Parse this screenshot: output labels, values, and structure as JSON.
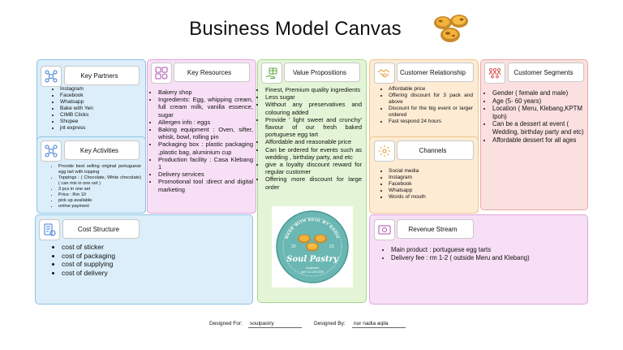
{
  "title": "Business Model Canvas",
  "colors": {
    "blue": "#dbeef9",
    "pink": "#f7dff5",
    "green": "#e3f5d6",
    "orange": "#fdebd4",
    "red": "#fbe0e0"
  },
  "key_partners": {
    "label": "Key Partners",
    "icon": "network-people-icon",
    "items": [
      "Instagram",
      "Facebook",
      "Whatsapp",
      "Bake with Yen",
      "CIMB Clicks",
      "Shopee",
      "jnt express"
    ]
  },
  "key_activities": {
    "label": "Key Activities",
    "icon": "network-people-icon",
    "items": [
      "Provide best selling original portuguese egg tart with topping",
      "Toppings : ( Chocolate, White chocolate) ( can mix in one set )",
      "3 pcs in one set",
      "Price : Rm 10",
      "pick up available",
      "online payment"
    ]
  },
  "key_resources": {
    "label": "Key Resources",
    "icon": "resources-icon",
    "items": [
      "Bakery shop",
      "Ingredients: Egg, whipping cream, full cream milk, vanilla essence, sugar",
      "Allergen info : eggs",
      "Baking equipment : Oven, sifter, whisk, bowl, rolling pin",
      "Packaging box : plastic packaging ,plastic bag, aluminium cup",
      "Production facility : Casa Klebang 1",
      "Delivery services",
      "Promotional tool :direct and digital marketing"
    ]
  },
  "value_propositions": {
    "label": "Value Propositions",
    "icon": "gift-hand-icon",
    "items": [
      "Finest, Premium quality ingredients",
      "Less sugar",
      "Without any preservatives and colouring added",
      "Provide ' light sweet and crunchy' flavour of our fresh baked portuguese egg tart",
      "Affordable and reasonable price",
      "Can be ordered for events such as wedding , birthday party, and etc",
      "give a loyalty discount reward for regular customer",
      "Offering more discount for large order"
    ]
  },
  "customer_relationship": {
    "label": "Customer Relationship",
    "icon": "handshake-icon",
    "items": [
      "Affordable price",
      "Offering discount for 3 pack and above",
      "Discount for the big event or larger ordered",
      "Fast respond 24 hours"
    ]
  },
  "channels": {
    "label": "Channels",
    "icon": "broadcast-icon",
    "items": [
      "Social media",
      "Instagram",
      "Facebook",
      "Whatsapp",
      "Words of mouth"
    ]
  },
  "customer_segments": {
    "label": "Customer Segments",
    "icon": "people-group-icon",
    "items": [
      "Gender ( female and male)",
      "Age (5- 60 years)",
      "Location ( Meru, Klebang,KPTM Ipoh)",
      "Can be a dessert at event ( Wedding, birthday party and etc)",
      "Affordable dessert for all ages"
    ]
  },
  "cost_structure": {
    "label": "Cost Structure",
    "icon": "cost-icon",
    "items": [
      "cost of sticker",
      "cost of packaging",
      "cost of supplying",
      "cost of delivery"
    ]
  },
  "revenue_streams": {
    "label": "Revenue Stream",
    "icon": "revenue-icon",
    "items": [
      "Main product : portuguese egg tarts",
      "Delivery fee : rm 1-2 ( outside Meru and Klebang)"
    ]
  },
  "logo": {
    "top_text": "MADE WITH SOUL BY NADIA",
    "year_left": "20",
    "year_right": "23",
    "brand": "Soul Pastry",
    "handle": "soulpastry",
    "phone": "Ipoh 011-1234 5678"
  },
  "footer": {
    "designed_for_label": "Designed For:",
    "designed_for_value": "soulpastry",
    "designed_by_label": "Designed By:",
    "designed_by_value": "nur nadia aqila"
  }
}
